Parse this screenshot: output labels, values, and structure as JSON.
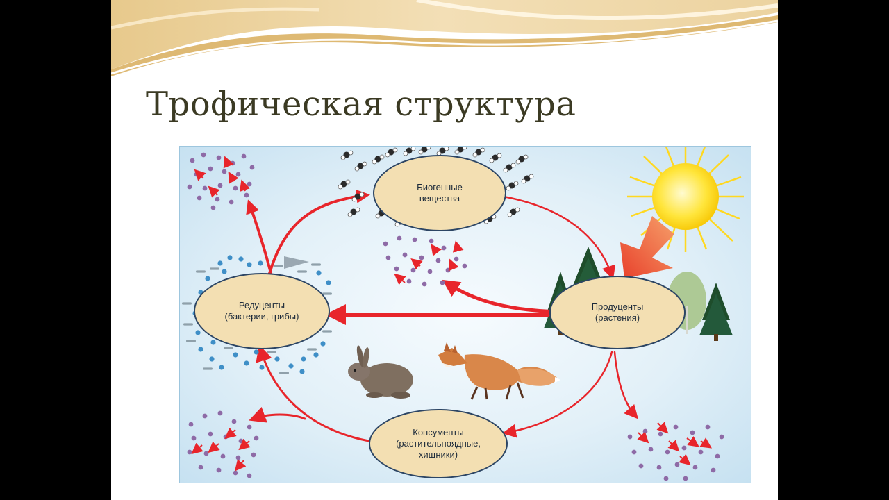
{
  "slide": {
    "title": "Трофическая структура"
  },
  "diagram": {
    "nodes": {
      "nutrients": "Биогенные\nвещества",
      "decomposers": "Редуценты\n(бактерии, грибы)",
      "producers": "Продуценты\n(растения)",
      "consumers": "Консументы\n(растительноядные,\nхищники)"
    }
  },
  "colors": {
    "arrow": "#e8252b",
    "node_fill": "#f3dfb2",
    "node_border": "#2c4564",
    "particle": "#8e6aa6",
    "bacteria": "#3f8fc7",
    "sun": "#ffd820",
    "title": "#3b3a23"
  },
  "icons": [
    "sun-icon",
    "tree-icon",
    "rabbit-icon",
    "fox-icon",
    "molecule-icon",
    "bacteria-icon"
  ]
}
